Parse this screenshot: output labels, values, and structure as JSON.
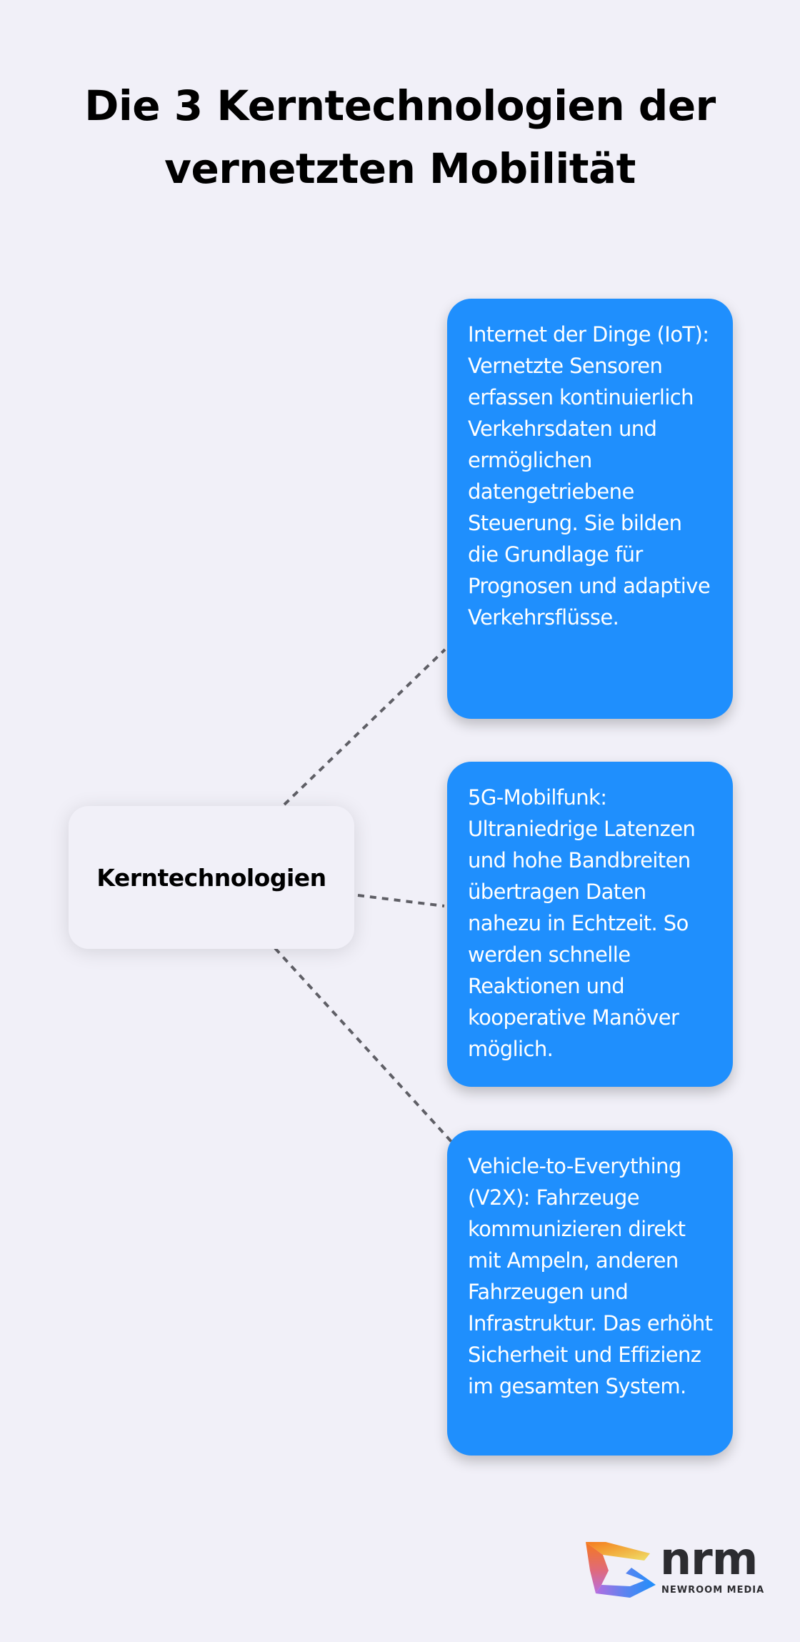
{
  "title": "Die 3 Kerntechnologien der vernetzten Mobilität",
  "diagram": {
    "center_node": {
      "label": "Kerntechnologien",
      "background": "#f1f0f8"
    },
    "branch_color": "#1f8ffd",
    "connector_color": "#5f5f66",
    "branches": [
      {
        "text": "Internet der Dinge (IoT): Vernetzte Sensoren erfassen kontinuierlich Verkehrsdaten und ermöglichen datengetriebene Steuerung. Sie bilden die Grundlage für Prognosen und adaptive Verkehrsflüsse."
      },
      {
        "text": "5G-Mobilfunk: Ultraniedrige Latenzen und hohe Bandbreiten übertragen Daten nahezu in Echtzeit. So werden schnelle Reaktionen und kooperative Manöver möglich."
      },
      {
        "text": "Vehicle-to-Everything (V2X): Fahrzeuge kommunizieren direkt mit Ampeln, anderen Fahrzeugen und Infrastruktur. Das erhöht Sicherheit und Effizienz im gesamten System."
      }
    ]
  },
  "logo": {
    "wordmark": "nrm",
    "subtitle": "NEWROOM MEDIA",
    "icon": "nrm-logo-icon"
  }
}
